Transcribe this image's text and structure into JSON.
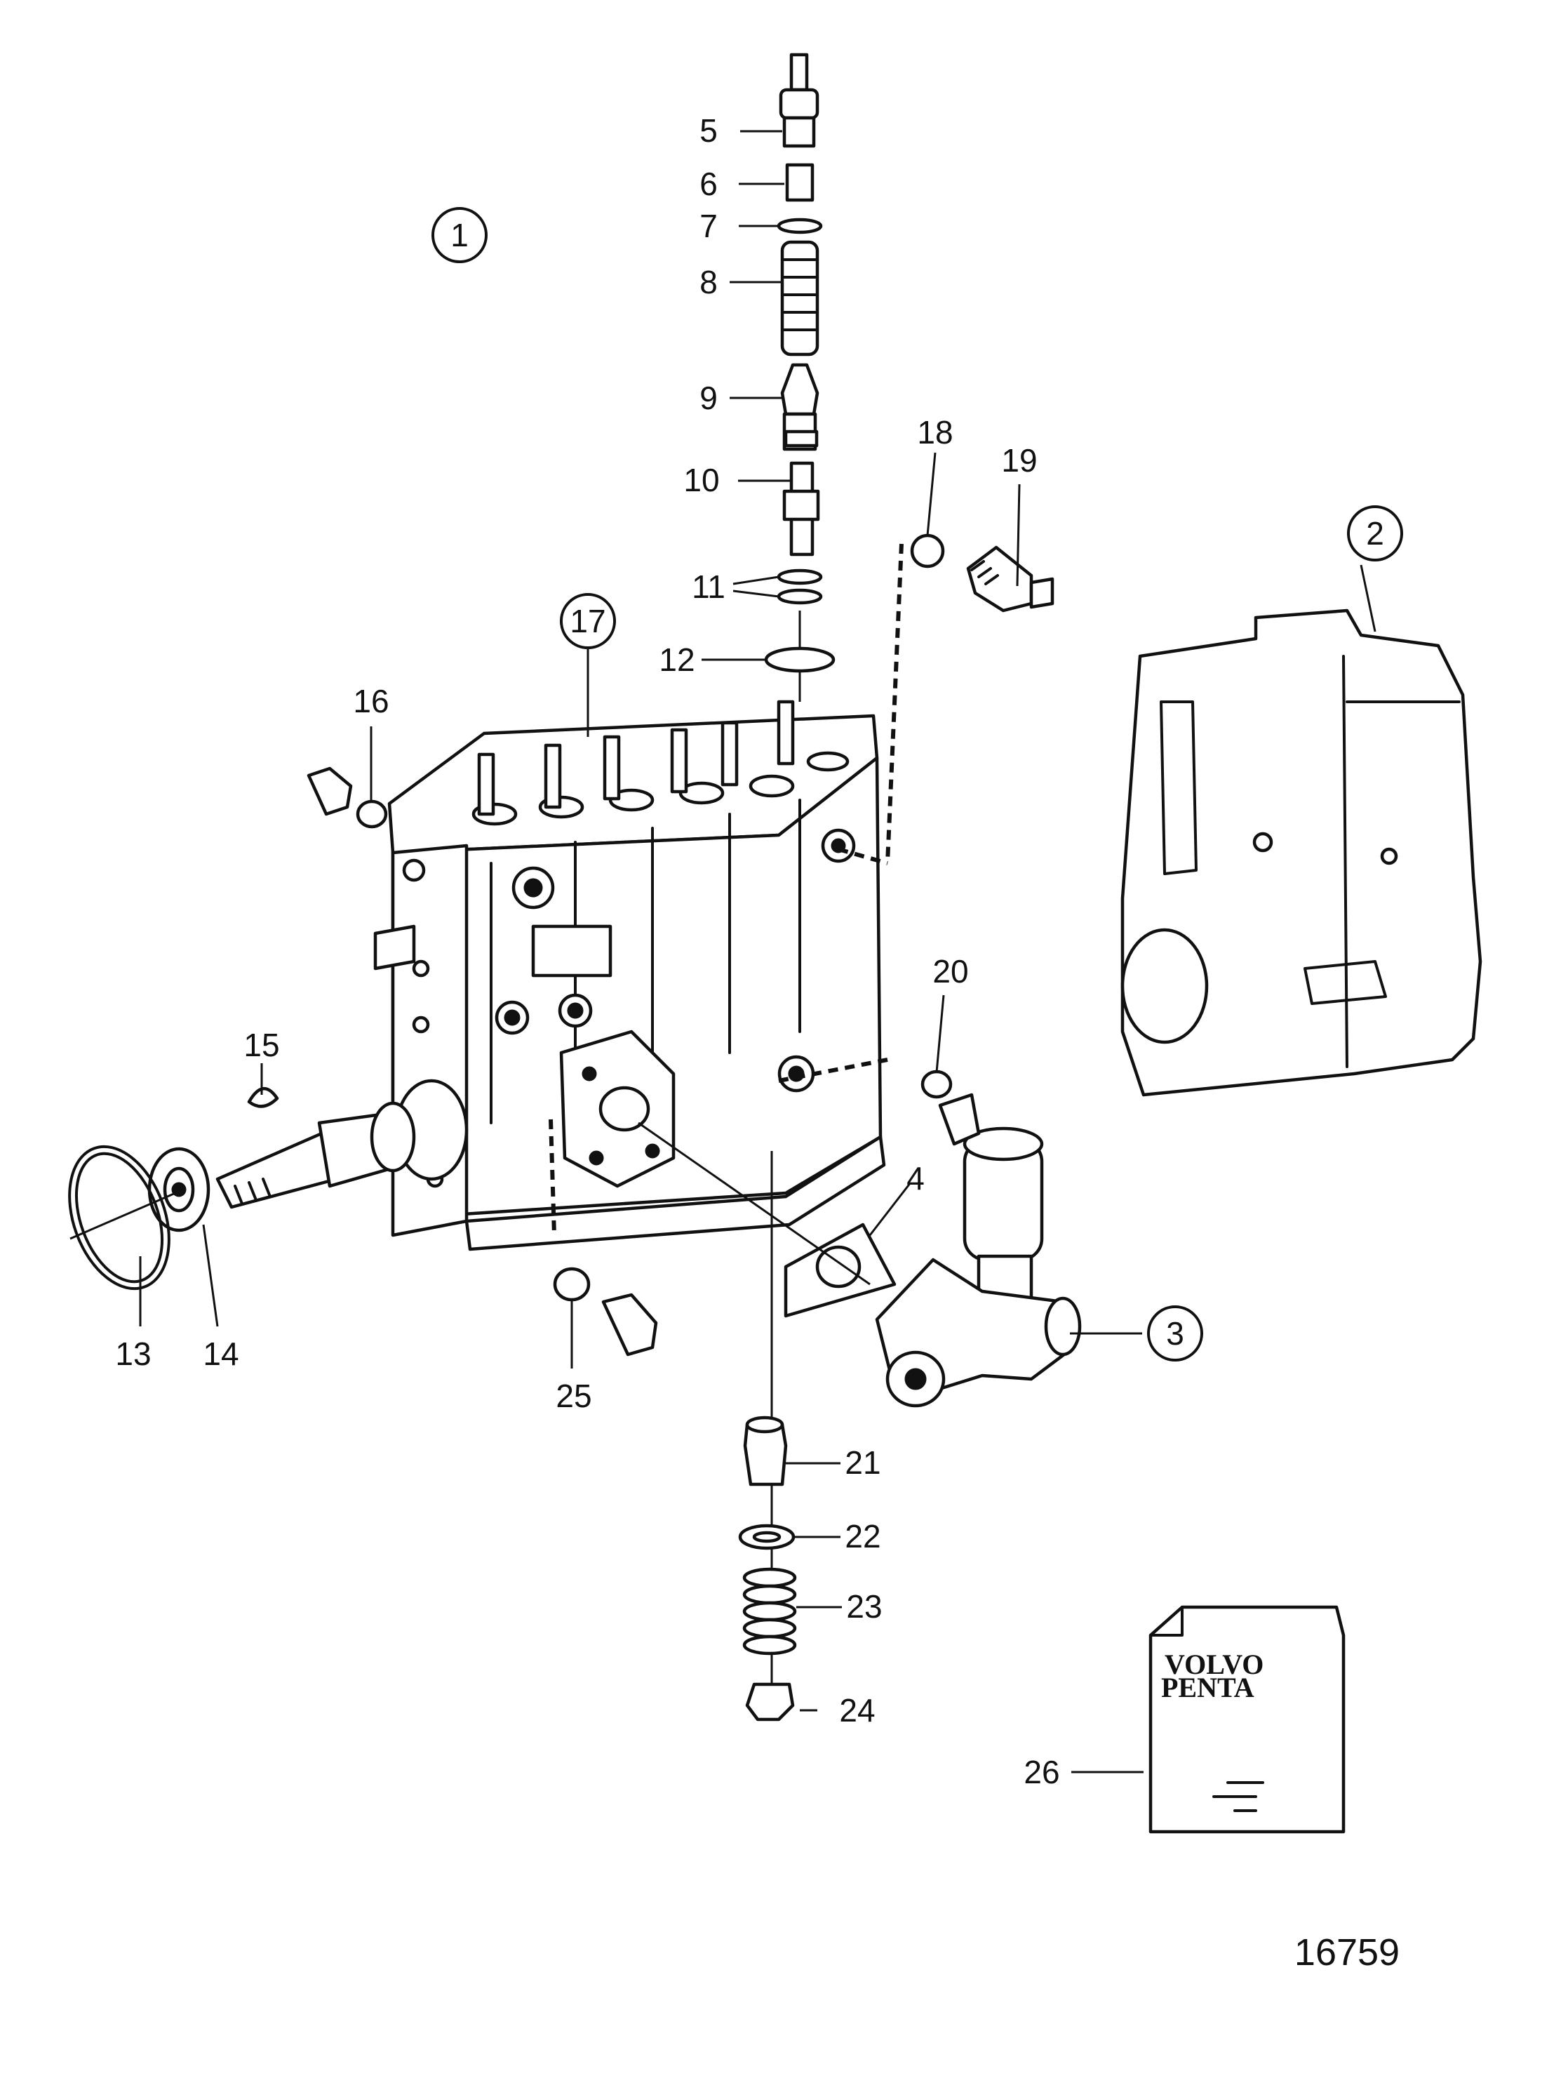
{
  "diagram": {
    "figure_number": "16759",
    "callouts": [
      {
        "id": "c1",
        "text": "1",
        "circled": true
      },
      {
        "id": "c2",
        "text": "2",
        "circled": true
      },
      {
        "id": "c3",
        "text": "3",
        "circled": true
      },
      {
        "id": "c4",
        "text": "4",
        "circled": false
      },
      {
        "id": "c5",
        "text": "5",
        "circled": false
      },
      {
        "id": "c6",
        "text": "6",
        "circled": false
      },
      {
        "id": "c7",
        "text": "7",
        "circled": false
      },
      {
        "id": "c8",
        "text": "8",
        "circled": false
      },
      {
        "id": "c9",
        "text": "9",
        "circled": false
      },
      {
        "id": "c10",
        "text": "10",
        "circled": false
      },
      {
        "id": "c11",
        "text": "11",
        "circled": false
      },
      {
        "id": "c12",
        "text": "12",
        "circled": false
      },
      {
        "id": "c13",
        "text": "13",
        "circled": false
      },
      {
        "id": "c14",
        "text": "14",
        "circled": false
      },
      {
        "id": "c15",
        "text": "15",
        "circled": false
      },
      {
        "id": "c16",
        "text": "16",
        "circled": false
      },
      {
        "id": "c17",
        "text": "17",
        "circled": true
      },
      {
        "id": "c18",
        "text": "18",
        "circled": false
      },
      {
        "id": "c19",
        "text": "19",
        "circled": false
      },
      {
        "id": "c20",
        "text": "20",
        "circled": false
      },
      {
        "id": "c21",
        "text": "21",
        "circled": false
      },
      {
        "id": "c22",
        "text": "22",
        "circled": false
      },
      {
        "id": "c23",
        "text": "23",
        "circled": false
      },
      {
        "id": "c24",
        "text": "24",
        "circled": false
      },
      {
        "id": "c25",
        "text": "25",
        "circled": false
      },
      {
        "id": "c26",
        "text": "26",
        "circled": false
      }
    ],
    "booklet": {
      "brand_line1": "VOLVO",
      "brand_line2": "PENTA"
    }
  }
}
